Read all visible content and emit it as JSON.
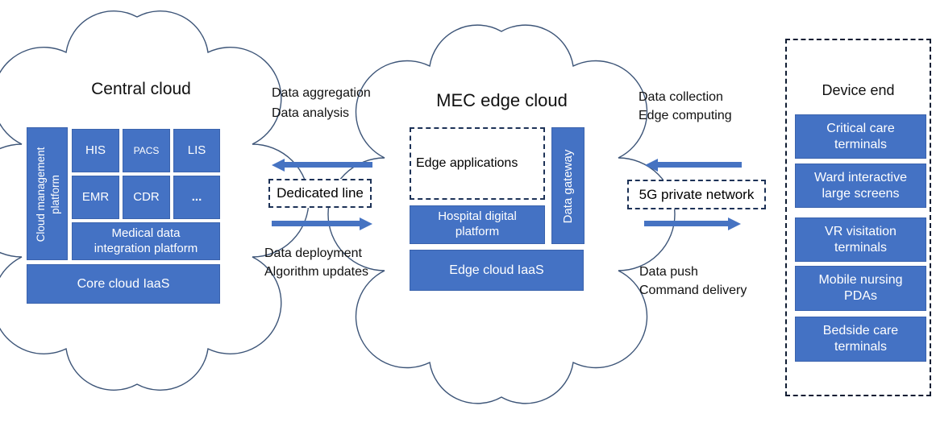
{
  "colors": {
    "box_blue": "#4472C4",
    "arrow_blue": "#4673c2",
    "dashed_border": "#1d3257",
    "cloud_outline": "#3d5578",
    "box_text": "#ffffff",
    "label_text": "#000000"
  },
  "central_cloud": {
    "title": "Central cloud",
    "cloud_management_lines": [
      "Cloud management",
      "platform"
    ],
    "grid": [
      "HIS",
      "PACS",
      "LIS",
      "EMR",
      "CDR",
      "..."
    ],
    "integration_lines": [
      "Medical data",
      "integration platform"
    ],
    "iaas": "Core cloud IaaS"
  },
  "link_left": {
    "top_lines": [
      "Data aggregation",
      "Data analysis"
    ],
    "middle": "Dedicated line",
    "bottom_lines": [
      "Data deployment",
      "Algorithm updates"
    ]
  },
  "mec_cloud": {
    "title": "MEC edge cloud",
    "edge_apps": "Edge applications",
    "data_gateway": "Data gateway",
    "hospital_lines": [
      "Hospital digital",
      "platform"
    ],
    "iaas": "Edge cloud IaaS"
  },
  "link_right": {
    "top_lines": [
      "Data collection",
      "Edge computing"
    ],
    "middle": "5G private network",
    "bottom_lines": [
      "Data push",
      "Command delivery"
    ]
  },
  "device_end": {
    "title": "Device end",
    "terminals": [
      [
        "Critical care",
        "terminals"
      ],
      [
        "Ward interactive",
        "large screens"
      ],
      [
        "VR visitation",
        "terminals"
      ],
      [
        "Mobile nursing",
        "PDAs"
      ],
      [
        "Bedside care",
        "terminals"
      ]
    ]
  }
}
